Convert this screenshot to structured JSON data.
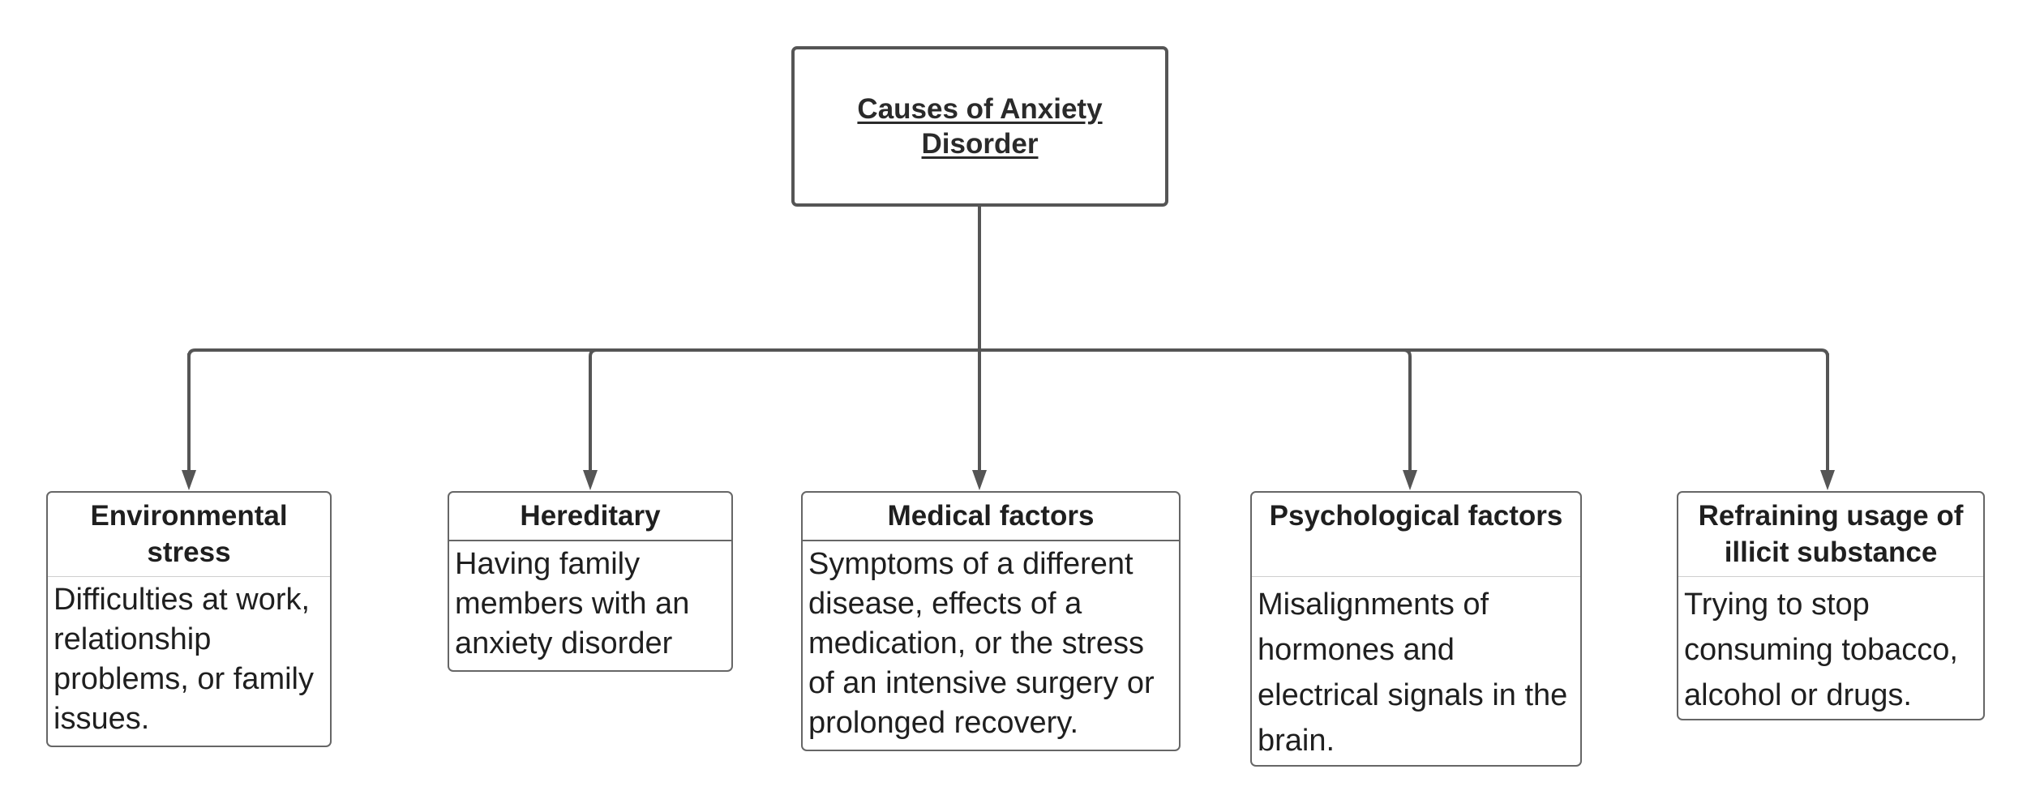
{
  "diagram": {
    "root": {
      "title": "Causes of Anxiety Disorder"
    },
    "causes": [
      {
        "heading": "Environmental stress",
        "description": "Difficulties at work, relationship problems, or family issues."
      },
      {
        "heading": "Hereditary",
        "description": "Having family members with an anxiety disorder"
      },
      {
        "heading": "Medical factors",
        "description": "Symptoms of a different disease, effects of a medication, or the stress of an intensive surgery or prolonged recovery."
      },
      {
        "heading": "Psychological factors",
        "description": "Misalignments of hormones and electrical signals in the brain."
      },
      {
        "heading": "Refraining usage of illicit substance",
        "description": "Trying to stop consuming tobacco, alcohol or drugs."
      }
    ],
    "colors": {
      "line": "#555555",
      "border": "#666666",
      "text": "#1f1f1f",
      "background": "#ffffff"
    }
  }
}
